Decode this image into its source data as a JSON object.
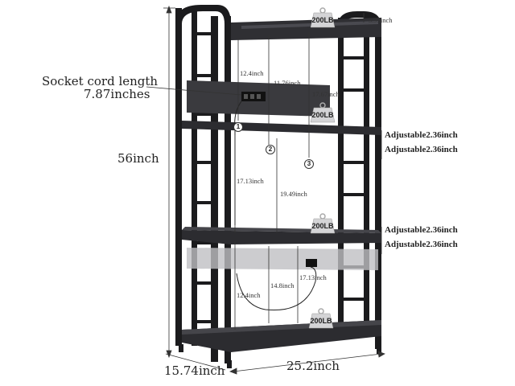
{
  "product": {
    "socket_cord_label": "Socket cord length",
    "socket_cord_value": "7.87inches",
    "height": "56inch",
    "depth": "15.74inch",
    "width": "25.2inch",
    "load_capacity": "200LB",
    "top_gap": "3.93inch",
    "adjustable_1": "Adjustable2.36inch",
    "adjustable_2": "Adjustable2.36inch",
    "adjustable_3": "Adjustable2.36inch",
    "adjustable_4": "Adjustable2.36inch",
    "shelf_dims": {
      "top_section_12": "12.4inch",
      "top_section_1176": "11.76inch",
      "top_section_1767": "17.67inch",
      "mid_section_1713": "17.13inch",
      "mid_section_1949": "19.49inch",
      "low_section_124": "12.4inch",
      "low_section_148": "14.8inch",
      "low_section_1713": "17.13inch"
    },
    "markers": [
      "1",
      "2",
      "3"
    ]
  },
  "colors": {
    "frame": "#1b1b1d",
    "shelf": "#2c2c30",
    "panel": "#3a3a3e",
    "dimension_line": "#333333",
    "background": "#ffffff"
  }
}
